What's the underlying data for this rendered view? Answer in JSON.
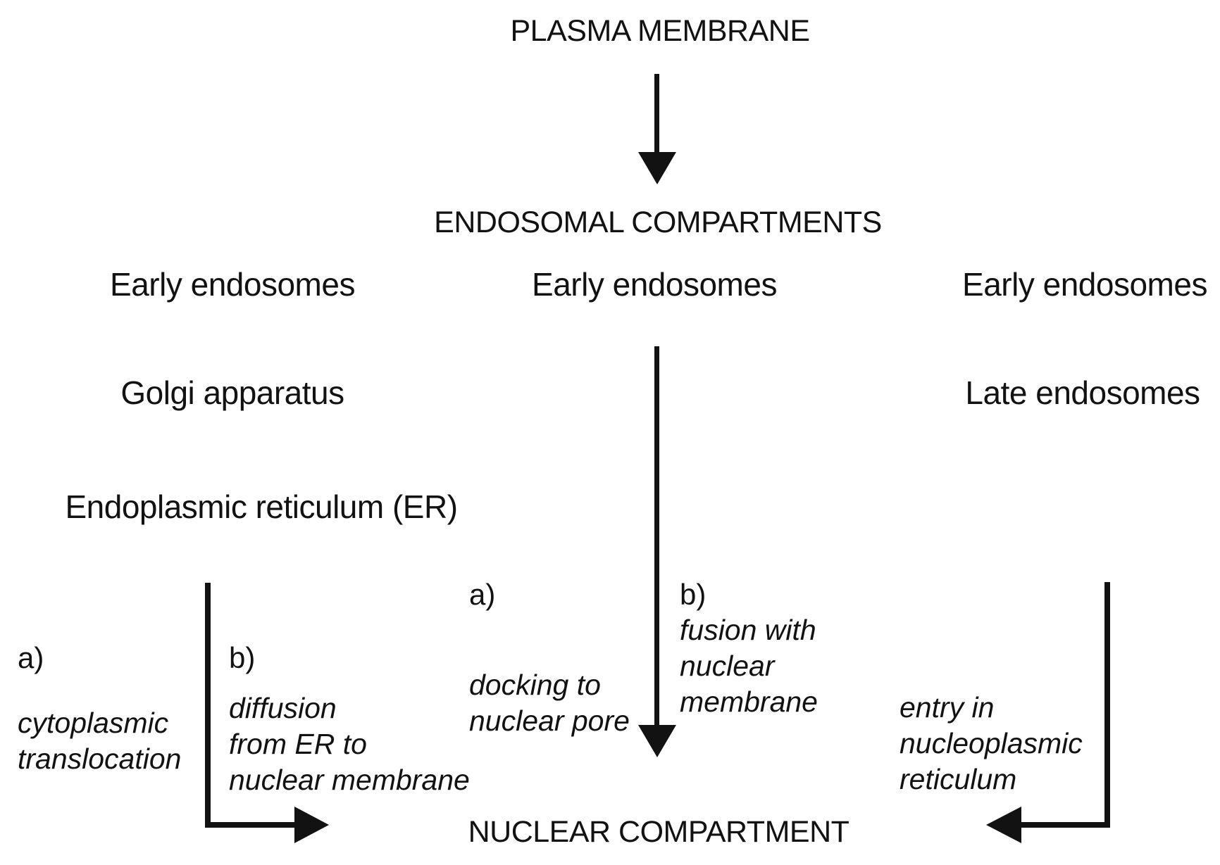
{
  "diagram": {
    "labels": {
      "plasma_membrane": "PLASMA MEMBRANE",
      "endosomal_compartments": "ENDOSOMAL COMPARTMENTS",
      "nuclear_compartment": "NUCLEAR COMPARTMENT",
      "early_endosomes_left": "Early endosomes",
      "early_endosomes_center": "Early endosomes",
      "early_endosomes_right": "Early endosomes",
      "golgi_apparatus": "Golgi apparatus",
      "late_endosomes": "Late endosomes",
      "endoplasmic_reticulum": "Endoplasmic reticulum (ER)"
    },
    "annotations": {
      "center_a_marker": "a)",
      "center_a_text": "docking to\nnuclear pore",
      "center_b_marker": "b)",
      "center_b_text": "fusion with\nnuclear\nmembrane",
      "left_a_marker": "a)",
      "left_a_text": "cytoplasmic\ntranslocation",
      "left_b_marker": "b)",
      "left_b_text": "diffusion\nfrom ER to\nnuclear membrane",
      "right_text": "entry in\nnucleoplasmic\nreticulum"
    },
    "arrows": [
      "plasma-membrane-to-endosomal-compartments",
      "early-endosomes-to-nuclear-compartment",
      "endoplasmic-reticulum-to-nuclear-compartment",
      "late-endosomes-to-nuclear-compartment"
    ],
    "colors": {
      "ink": "#121212",
      "background": "#ffffff"
    }
  }
}
